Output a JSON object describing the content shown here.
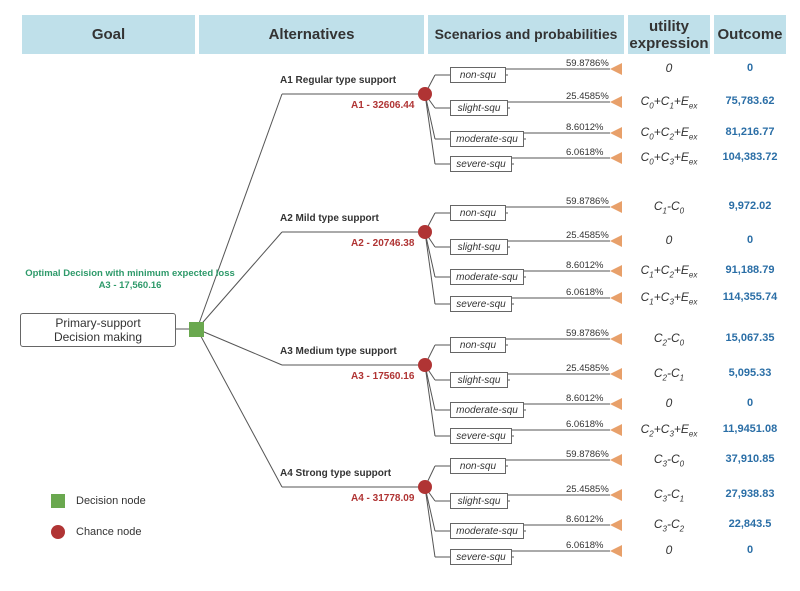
{
  "headers": {
    "goal": "Goal",
    "alternatives": "Alternatives",
    "scenarios": "Scenarios and probabilities",
    "utility_line1": "utility",
    "utility_line2": "expression",
    "outcome": "Outcome"
  },
  "decision": {
    "line1": "Primary-support",
    "line2": "Decision making"
  },
  "optimal": {
    "line1": "Optimal Decision with minimum expected loss",
    "line2": "A3 - 17,560.16"
  },
  "legend": {
    "decision_node": "Decision node",
    "chance_node": "Chance node"
  },
  "colors": {
    "header_bg": "#bfe0ea",
    "decision_node": "#6aa84f",
    "chance_node": "#b03434",
    "terminal": "#e8a06a",
    "outcome_text": "#2a6ea6",
    "alt_value_text": "#b03434",
    "optimal_text": "#2e9a6a"
  },
  "alternatives": [
    {
      "title": "A1 Regular type support",
      "value": "A1 - 32606.44",
      "scenarios": [
        {
          "name": "non-squ",
          "prob": "59.8786%",
          "utility": "0",
          "outcome": "0"
        },
        {
          "name": "slight-squ",
          "prob": "25.4585%",
          "utility": "C0+C1+Eex",
          "outcome": "75,783.62"
        },
        {
          "name": "moderate-squ",
          "prob": "8.6012%",
          "utility": "C0+C2+Eex",
          "outcome": "81,216.77"
        },
        {
          "name": "severe-squ",
          "prob": "6.0618%",
          "utility": "C0+C3+Eex",
          "outcome": "104,383.72"
        }
      ]
    },
    {
      "title": "A2 Mild type support",
      "value": "A2 - 20746.38",
      "scenarios": [
        {
          "name": "non-squ",
          "prob": "59.8786%",
          "utility": "C1-C0",
          "outcome": "9,972.02"
        },
        {
          "name": "slight-squ",
          "prob": "25.4585%",
          "utility": "0",
          "outcome": "0"
        },
        {
          "name": "moderate-squ",
          "prob": "8.6012%",
          "utility": "C1+C2+Eex",
          "outcome": "91,188.79"
        },
        {
          "name": "severe-squ",
          "prob": "6.0618%",
          "utility": "C1+C3+Eex",
          "outcome": "114,355.74"
        }
      ]
    },
    {
      "title": "A3 Medium type support",
      "value": "A3 - 17560.16",
      "scenarios": [
        {
          "name": "non-squ",
          "prob": "59.8786%",
          "utility": "C2-C0",
          "outcome": "15,067.35"
        },
        {
          "name": "slight-squ",
          "prob": "25.4585%",
          "utility": "C2-C1",
          "outcome": "5,095.33"
        },
        {
          "name": "moderate-squ",
          "prob": "8.6012%",
          "utility": "0",
          "outcome": "0"
        },
        {
          "name": "severe-squ",
          "prob": "6.0618%",
          "utility": "C2+C3+Eex",
          "outcome": "11,9451.08"
        }
      ]
    },
    {
      "title": "A4 Strong type support",
      "value": "A4 - 31778.09",
      "scenarios": [
        {
          "name": "non-squ",
          "prob": "59.8786%",
          "utility": "C3-C0",
          "outcome": "37,910.85"
        },
        {
          "name": "slight-squ",
          "prob": "25.4585%",
          "utility": "C3-C1",
          "outcome": "27,938.83"
        },
        {
          "name": "moderate-squ",
          "prob": "8.6012%",
          "utility": "C3-C2",
          "outcome": "22,843.5"
        },
        {
          "name": "severe-squ",
          "prob": "6.0618%",
          "utility": "0",
          "outcome": "0"
        }
      ]
    }
  ]
}
